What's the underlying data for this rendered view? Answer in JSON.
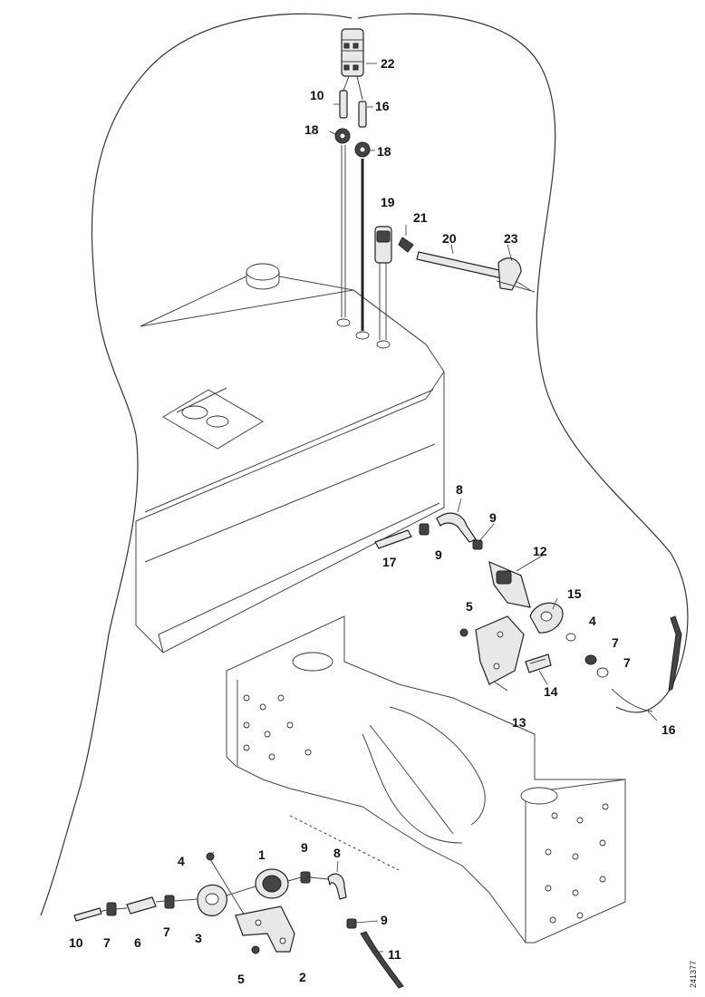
{
  "drawing_id": "241377",
  "callouts": {
    "c1": "1",
    "c2": "2",
    "c3": "3",
    "c4a": "4",
    "c4b": "4",
    "c5a": "5",
    "c5b": "5",
    "c6": "6",
    "c7a": "7",
    "c7b": "7",
    "c7c": "7",
    "c7d": "7",
    "c8a": "8",
    "c8b": "8",
    "c9a": "9",
    "c9b": "9",
    "c9c": "9",
    "c9d": "9",
    "c10a": "10",
    "c10b": "10",
    "c11": "11",
    "c12": "12",
    "c13": "13",
    "c14": "14",
    "c15": "15",
    "c16a": "16",
    "c16b": "16",
    "c17": "17",
    "c18a": "18",
    "c18b": "18",
    "c19": "19",
    "c20": "20",
    "c21": "21",
    "c22": "22",
    "c23": "23"
  }
}
